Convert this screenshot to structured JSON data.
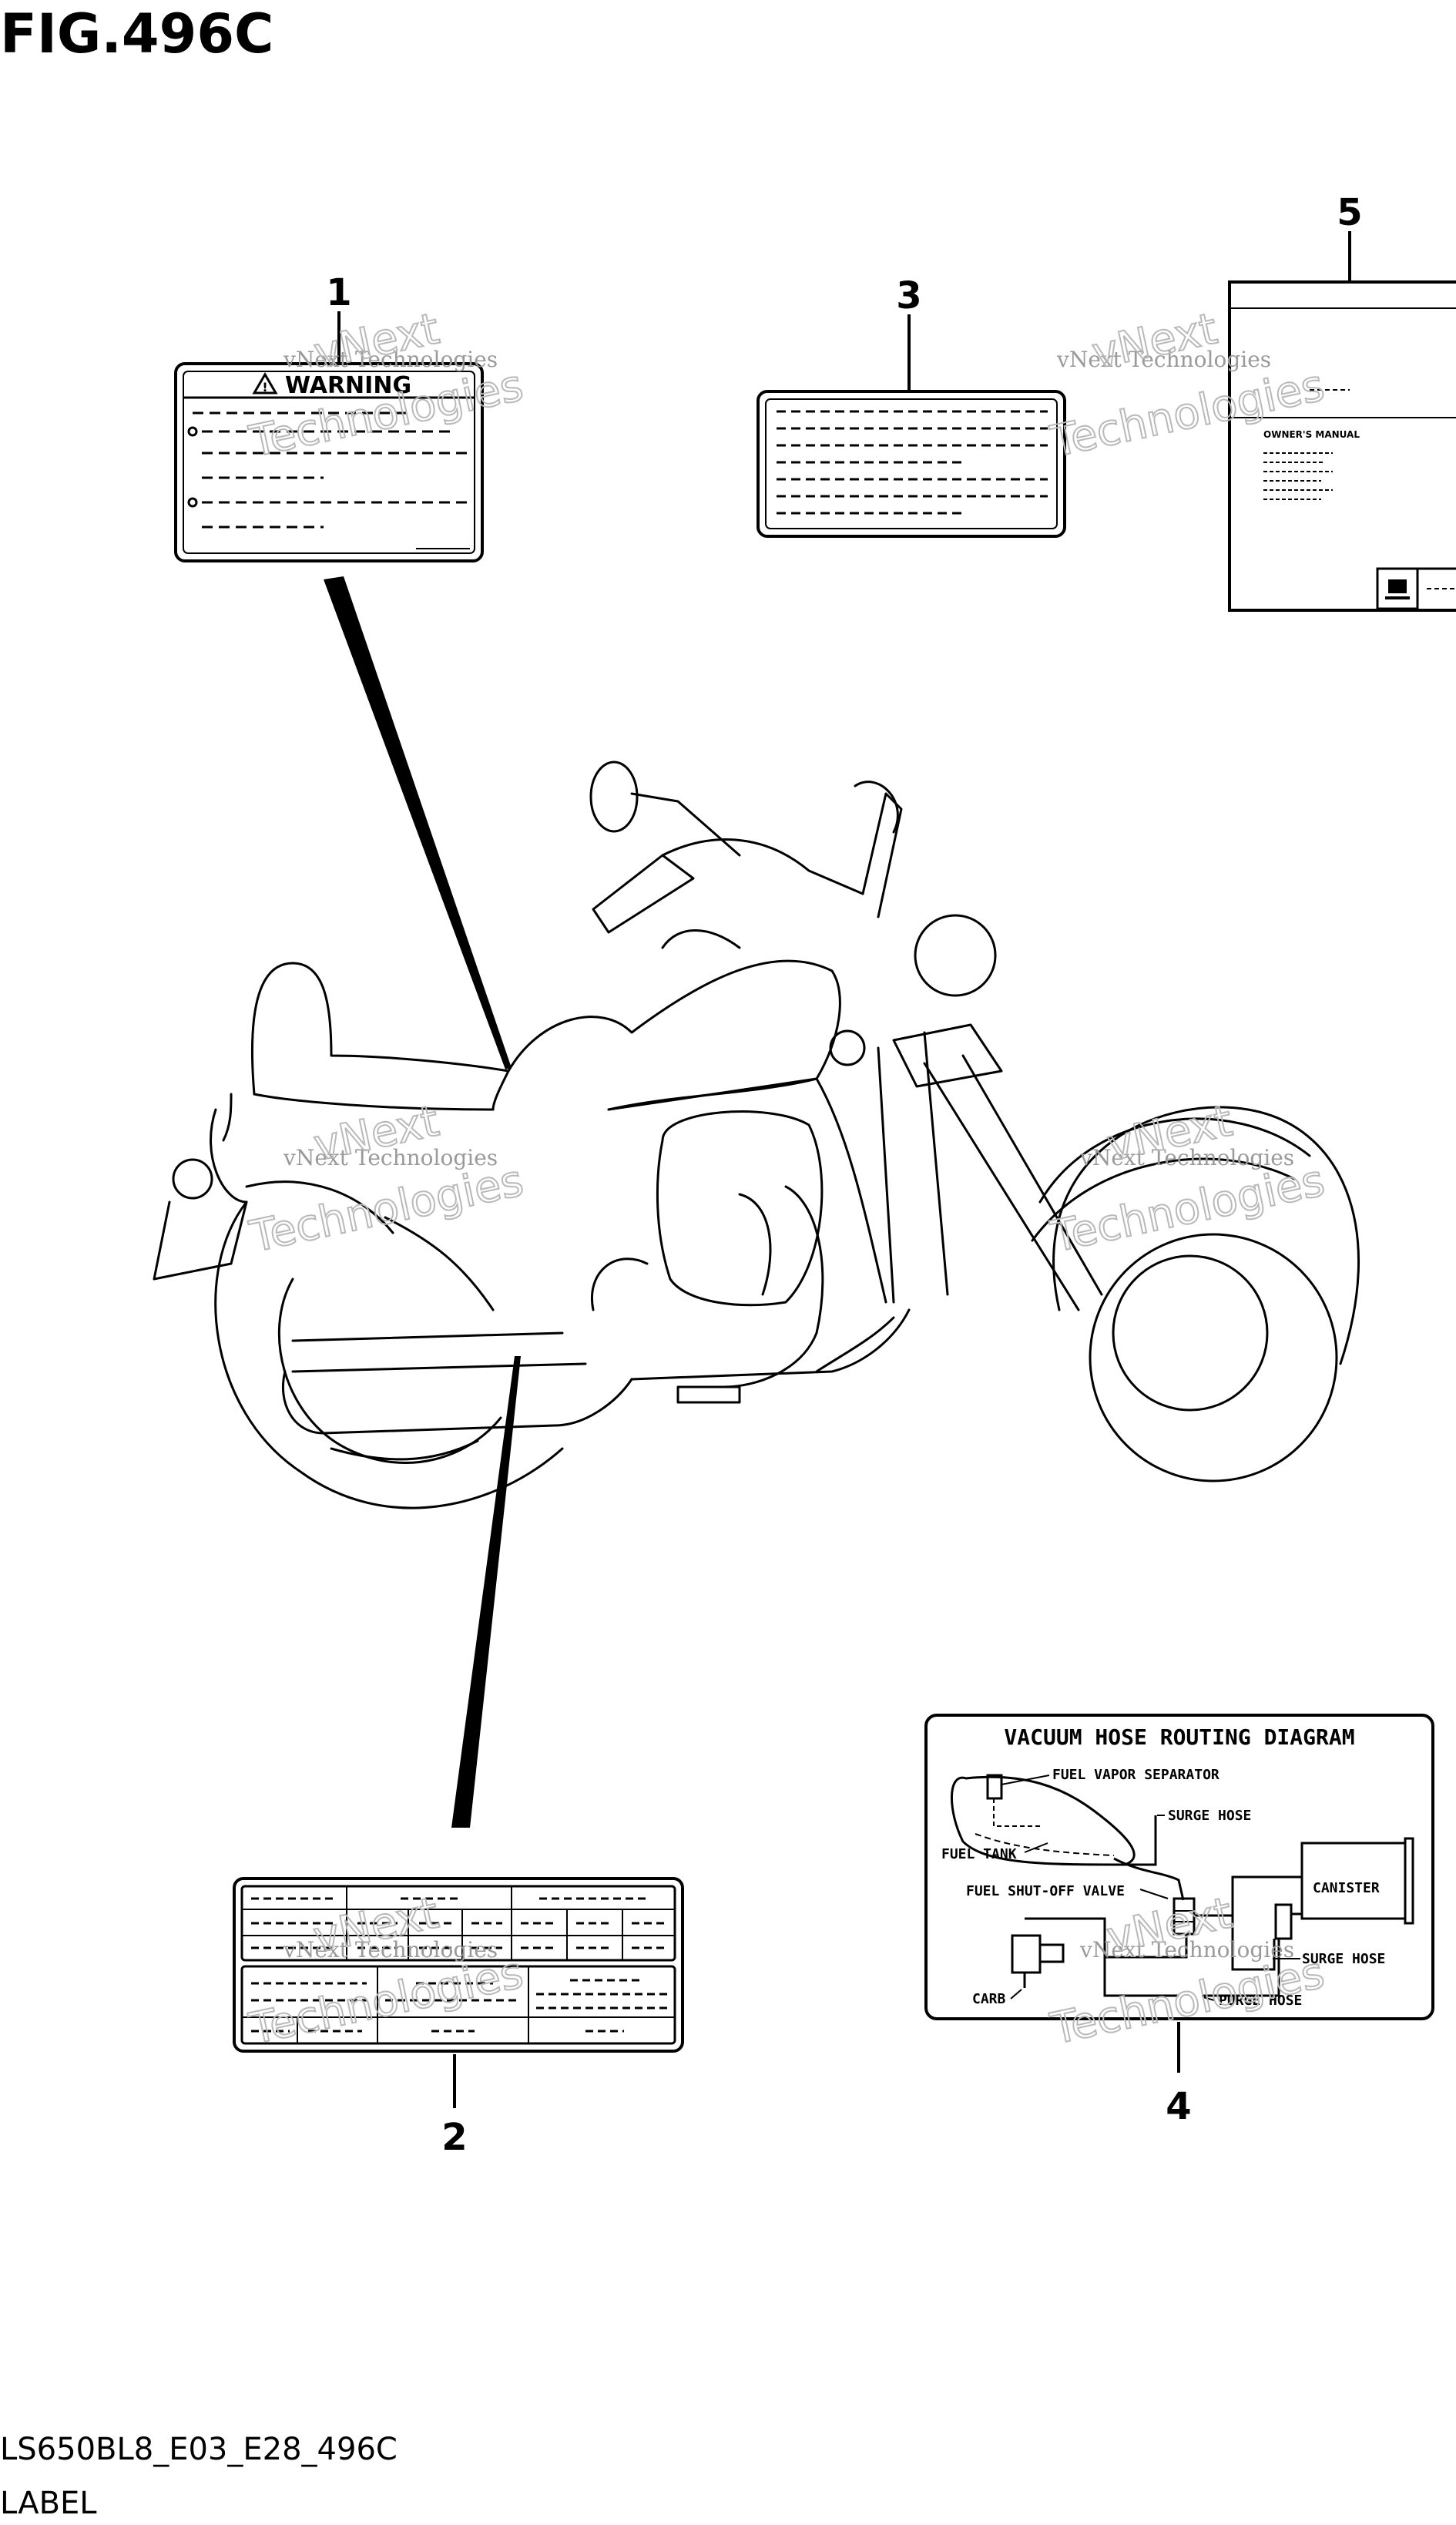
{
  "figure": {
    "title": "FIG.496C",
    "code": "LS650BL8_E03_E28_496C",
    "caption": "LABEL"
  },
  "callouts": [
    "1",
    "2",
    "3",
    "4",
    "5"
  ],
  "label_1": {
    "heading": "WARNING"
  },
  "label_5": {
    "manual_text": "OWNER'S MANUAL"
  },
  "label_4": {
    "heading": "VACUUM HOSE ROUTING DIAGRAM",
    "parts": {
      "fuel_vapor_separator": "FUEL VAPOR SEPARATOR",
      "surge_hose_top": "SURGE HOSE",
      "fuel_tank": "FUEL TANK",
      "fuel_shutoff_valve": "FUEL SHUT-OFF VALVE",
      "canister": "CANISTER",
      "surge_hose_bottom": "SURGE HOSE",
      "carb": "CARB",
      "purge_hose": "PURGE HOSE"
    }
  },
  "watermark": {
    "small": "vNext Technologies",
    "big_1": "vNext",
    "big_2": "Technologies"
  },
  "colors": {
    "ink": "#000000",
    "paper": "#ffffff",
    "watermark": "#9a9a9a"
  }
}
